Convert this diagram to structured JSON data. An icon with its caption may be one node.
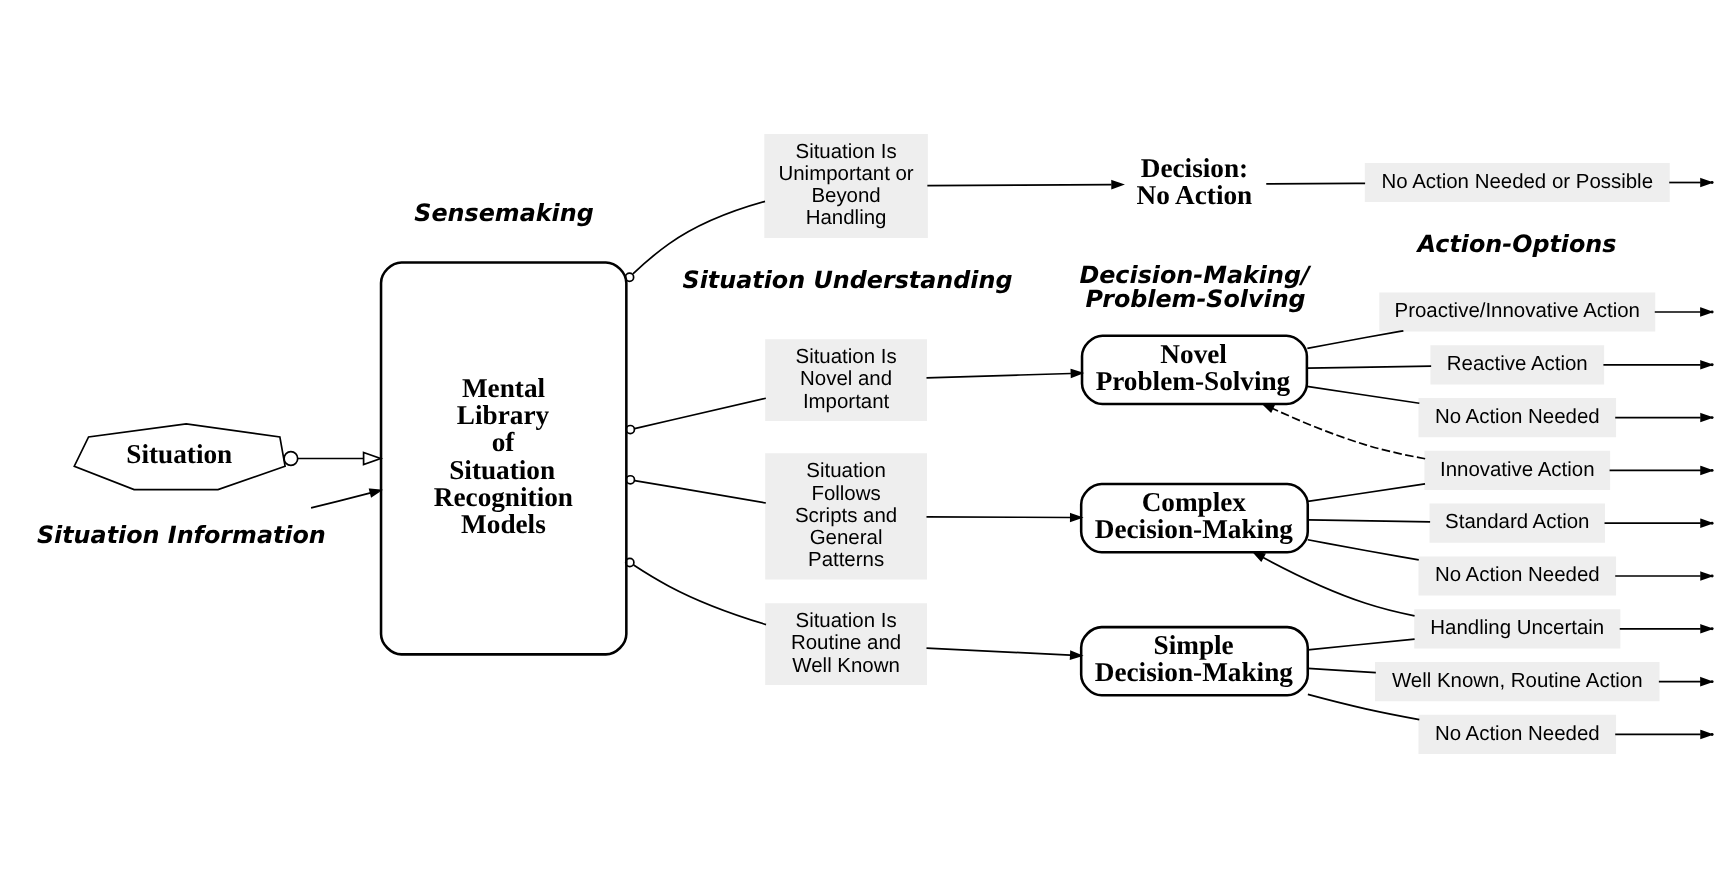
{
  "diagram": {
    "nodes": [
      {
        "text": [
          "Situation"
        ]
      },
      {
        "text": [
          "Mental Library of Situation Recognition Models"
        ]
      },
      {
        "text": [
          "Situation Is Novel and Important"
        ]
      },
      {
        "text": [
          "Situation Follows Scripts and General Patterns"
        ]
      },
      {
        "text": [
          "Situation Is Routine and Well Known"
        ]
      },
      {
        "text": [
          "Situation Is Unimportant or Beyond Handling"
        ]
      },
      {
        "text": [
          "Novel Problem-Solving"
        ]
      },
      {
        "text": [
          "Complex Decision-Making"
        ]
      },
      {
        "text": [
          "Simple Decision-Making"
        ]
      },
      {
        "text": [
          "Decision: No Action"
        ]
      },
      {
        "text": [
          "Proactive/Innovative Action"
        ]
      },
      {
        "text": [
          "Reactive Action"
        ]
      },
      {
        "text": [
          "No Action Needed"
        ]
      },
      {
        "text": [
          "Innovative Action"
        ]
      },
      {
        "text": [
          "Standard Action"
        ]
      },
      {
        "text": [
          "No Action Needed"
        ]
      },
      {
        "text": [
          "Handling Uncertain"
        ]
      },
      {
        "text": [
          "Well Known, Routine Action"
        ]
      },
      {
        "text": [
          "No Action Needed"
        ]
      },
      {
        "text": [
          "No Action Needed or Possible"
        ]
      },
      {
        "text": [
          "Situation Information"
        ]
      }
    ],
    "edges": [
      {
        "from": 0,
        "to": 1,
        "arrow": "to"
      },
      {
        "from": 20,
        "to": 1,
        "arrow": "to"
      },
      {
        "from": 1,
        "to": 2,
        "arrow": "other"
      },
      {
        "from": 1,
        "to": 3,
        "arrow": "other"
      },
      {
        "from": 1,
        "to": 4,
        "arrow": "other"
      },
      {
        "from": 1,
        "to": 5,
        "arrow": "other"
      },
      {
        "from": 2,
        "to": 6,
        "arrow": "to"
      },
      {
        "from": 3,
        "to": 7,
        "arrow": "to"
      },
      {
        "from": 4,
        "to": 8,
        "arrow": "to"
      },
      {
        "from": 5,
        "to": 9,
        "arrow": "to"
      },
      {
        "from": 6,
        "to": 10,
        "arrow": "none"
      },
      {
        "from": 6,
        "to": 11,
        "arrow": "none"
      },
      {
        "from": 6,
        "to": 12,
        "arrow": "none"
      },
      {
        "from": 7,
        "to": 13,
        "arrow": "none"
      },
      {
        "from": 7,
        "to": 14,
        "arrow": "none"
      },
      {
        "from": 7,
        "to": 15,
        "arrow": "none"
      },
      {
        "from": 8,
        "to": 16,
        "arrow": "none"
      },
      {
        "from": 8,
        "to": 17,
        "arrow": "none"
      },
      {
        "from": 8,
        "to": 18,
        "arrow": "none"
      },
      {
        "from": 9,
        "to": 19,
        "arrow": "none"
      },
      {
        "from": 13,
        "to": 6,
        "arrow": "to",
        "style": "dashed"
      },
      {
        "from": 16,
        "to": 7,
        "arrow": "to"
      },
      {
        "from": 10,
        "to": null,
        "arrow": "to"
      },
      {
        "from": 11,
        "to": null,
        "arrow": "to"
      },
      {
        "from": 12,
        "to": null,
        "arrow": "to"
      },
      {
        "from": 13,
        "to": null,
        "arrow": "to"
      },
      {
        "from": 14,
        "to": null,
        "arrow": "to"
      },
      {
        "from": 15,
        "to": null,
        "arrow": "to"
      },
      {
        "from": 16,
        "to": null,
        "arrow": "to"
      },
      {
        "from": 17,
        "to": null,
        "arrow": "to"
      },
      {
        "from": 18,
        "to": null,
        "arrow": "to"
      },
      {
        "from": 19,
        "to": null,
        "arrow": "to"
      }
    ],
    "labels": [
      "Decision-Making/ Problem-Solving",
      "Sensemaking",
      "Situation Understanding",
      "Action-Options"
    ]
  }
}
